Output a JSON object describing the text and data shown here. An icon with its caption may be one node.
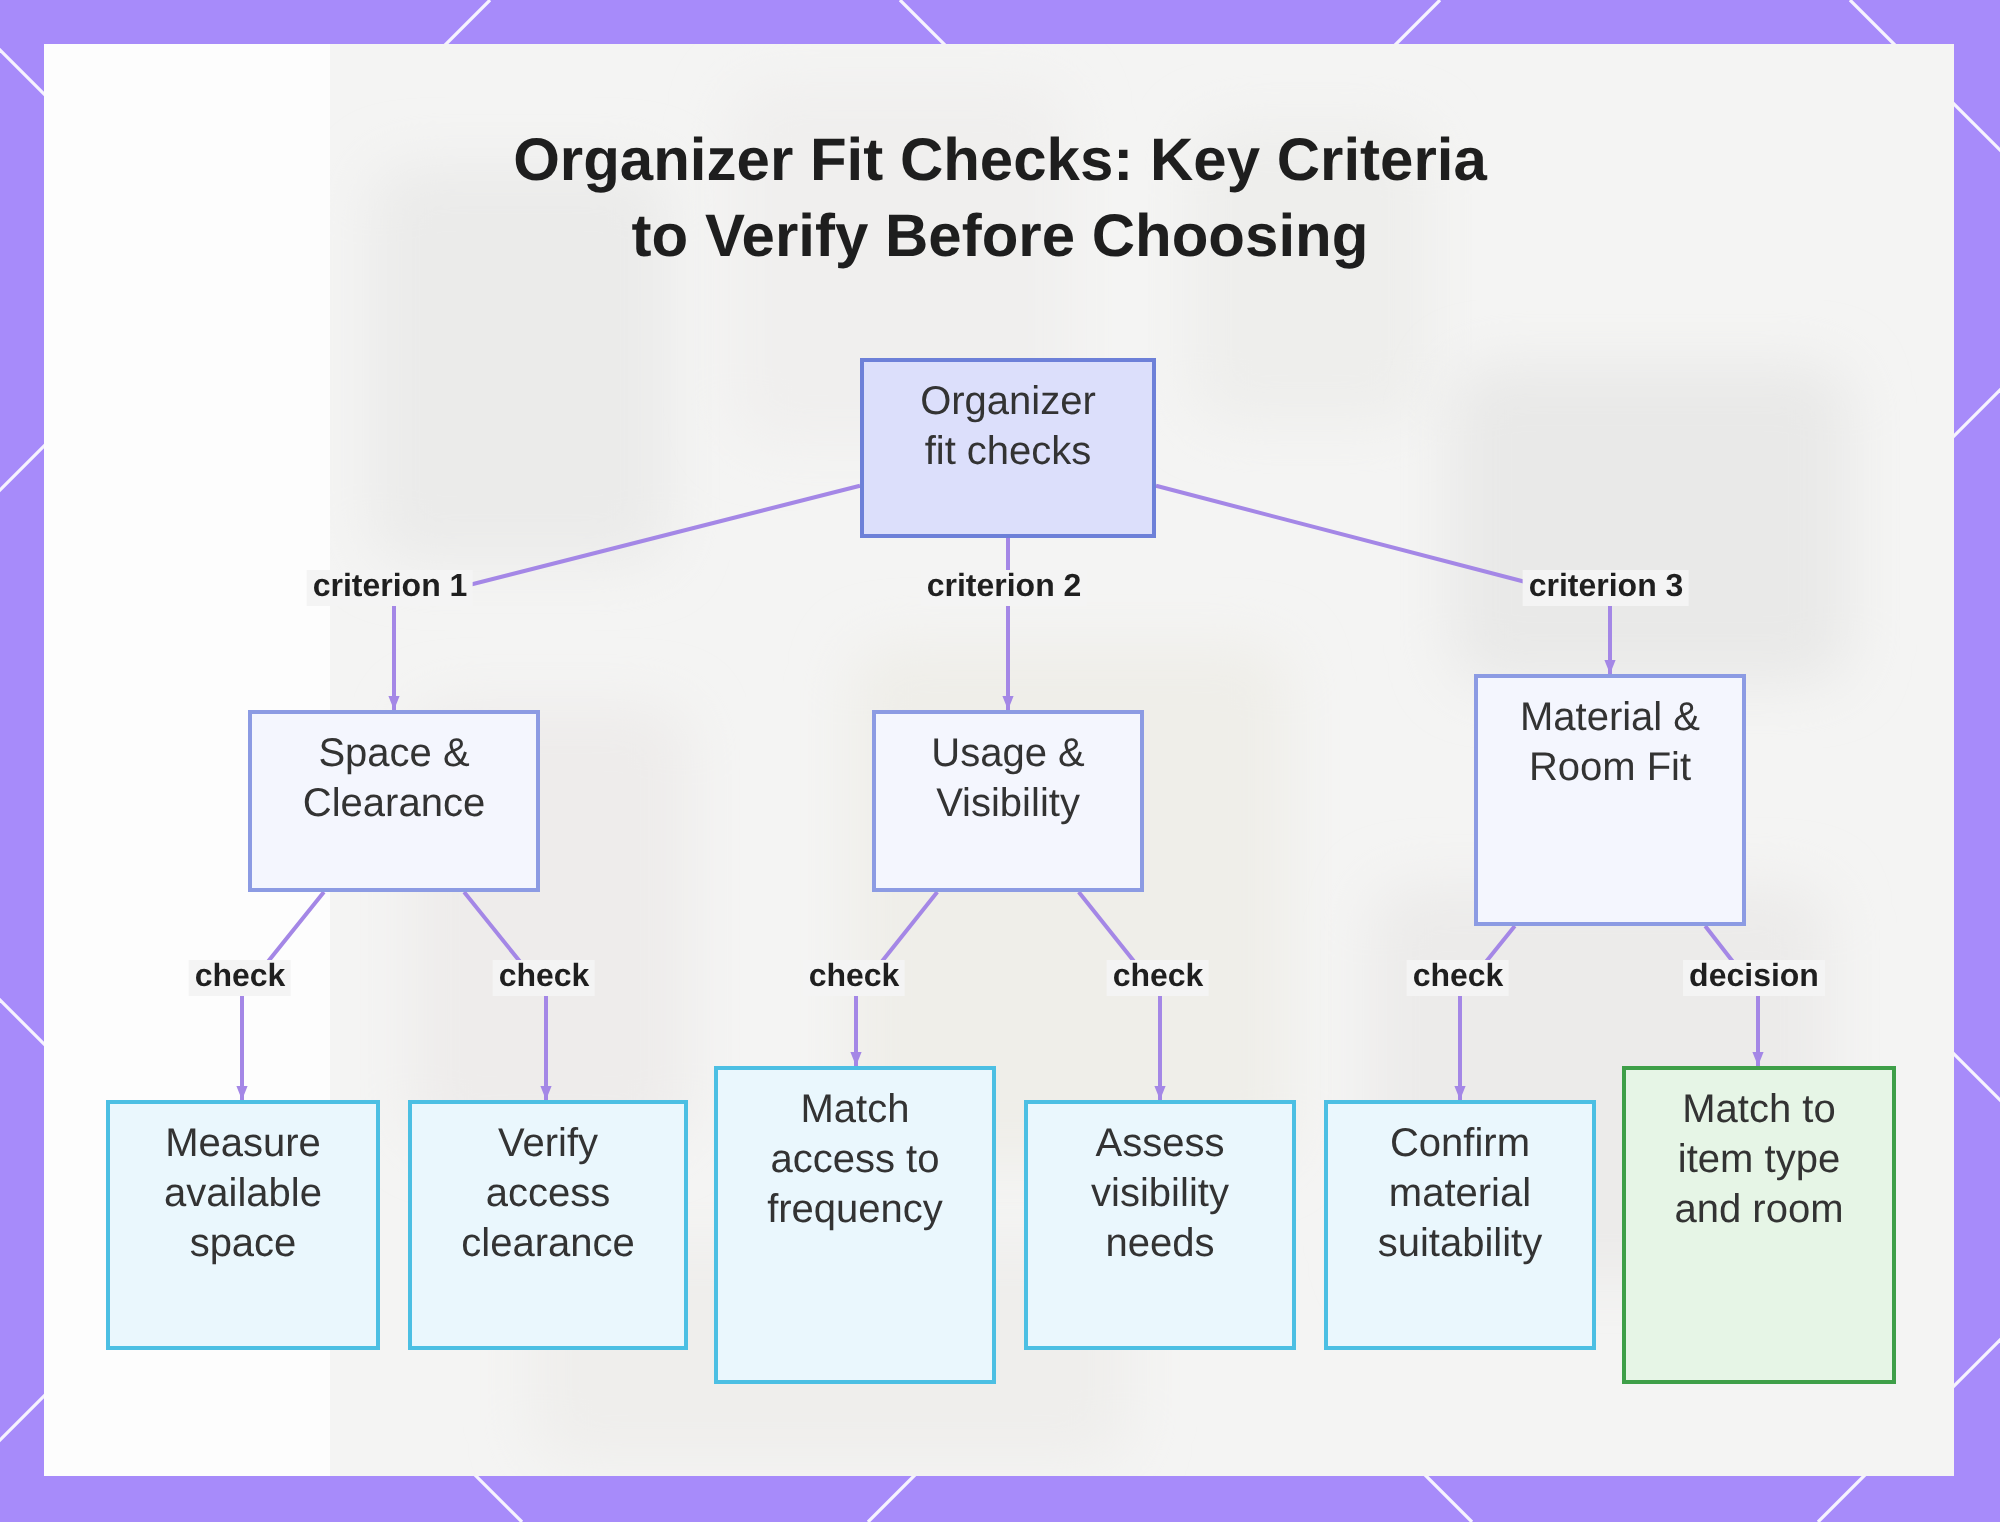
{
  "diagram": {
    "title": "Organizer Fit Checks: Key Criteria to Verify Before Choosing",
    "nodes": [
      {
        "text": [
          "Organizer fit checks"
        ]
      },
      {
        "text": [
          "Space & Clearance"
        ]
      },
      {
        "text": [
          "Usage & Visibility"
        ]
      },
      {
        "text": [
          "Material & Room Fit"
        ]
      },
      {
        "text": [
          "Measure available space"
        ]
      },
      {
        "text": [
          "Verify access clearance"
        ]
      },
      {
        "text": [
          "Match access to frequency"
        ]
      },
      {
        "text": [
          "Assess visibility needs"
        ]
      },
      {
        "text": [
          "Confirm material suitability"
        ]
      },
      {
        "text": [
          "Match to item type and room"
        ]
      }
    ],
    "edges": [
      {
        "from": 0,
        "to": 1,
        "arrow": "to",
        "label": "criterion 1"
      },
      {
        "from": 0,
        "to": 2,
        "arrow": "to",
        "label": "criterion 2"
      },
      {
        "from": 0,
        "to": 3,
        "arrow": "to",
        "label": "criterion 3"
      },
      {
        "from": 1,
        "to": 4,
        "arrow": "to",
        "label": "check"
      },
      {
        "from": 1,
        "to": 5,
        "arrow": "to",
        "label": "check"
      },
      {
        "from": 2,
        "to": 6,
        "arrow": "to",
        "label": "check"
      },
      {
        "from": 2,
        "to": 7,
        "arrow": "to",
        "label": "check"
      },
      {
        "from": 3,
        "to": 8,
        "arrow": "to",
        "label": "check"
      },
      {
        "from": 3,
        "to": 9,
        "arrow": "to",
        "label": "decision"
      }
    ]
  }
}
